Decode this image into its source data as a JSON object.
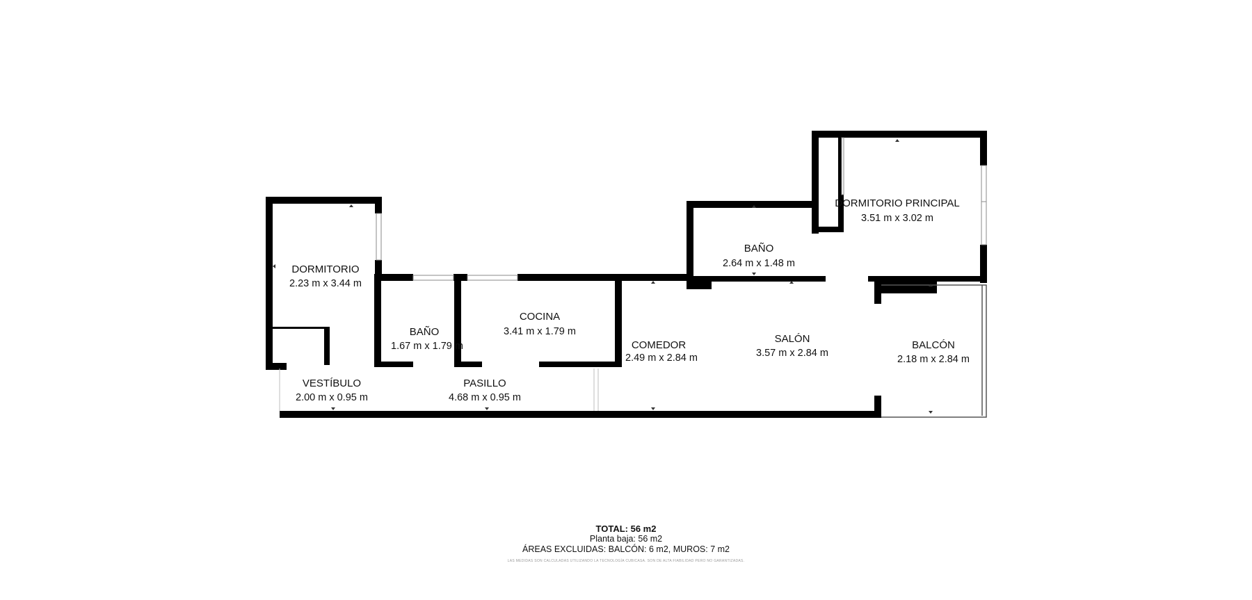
{
  "rooms": [
    {
      "name": "DORMITORIO",
      "dims": "2.23 m x 3.44 m"
    },
    {
      "name": "BAÑO",
      "dims": "1.67 m x 1.79 m"
    },
    {
      "name": "COCINA",
      "dims": "3.41 m x 1.79 m"
    },
    {
      "name": "COMEDOR",
      "dims": "2.49 m x 2.84 m"
    },
    {
      "name": "SALÓN",
      "dims": "3.57 m x 2.84 m"
    },
    {
      "name": "BALCÓN",
      "dims": "2.18 m x 2.84 m"
    },
    {
      "name": "BAÑO",
      "dims": "2.64 m x 1.48 m"
    },
    {
      "name": "DORMITORIO PRINCIPAL",
      "dims": "3.51 m x 3.02 m"
    },
    {
      "name": "VESTÍBULO",
      "dims": "2.00 m x 0.95 m"
    },
    {
      "name": "PASILLO",
      "dims": "4.68 m x 0.95 m"
    }
  ],
  "summary": {
    "total": "TOTAL: 56 m2",
    "floor": "Planta baja: 56 m2",
    "excluded": "ÁREAS EXCLUIDAS: BALCÓN: 6 m2, MUROS: 7 m2",
    "disclaimer": "LAS MEDIDAS SON CALCULADAS UTILIZANDO LA TECNOLOGÍA CUBICASA. SON DE ALTA FIABILIDAD PERO NO GARANTIZADAS."
  },
  "colors": {
    "wall": "#000000",
    "window": "#d9d9d9",
    "background": "#ffffff"
  }
}
